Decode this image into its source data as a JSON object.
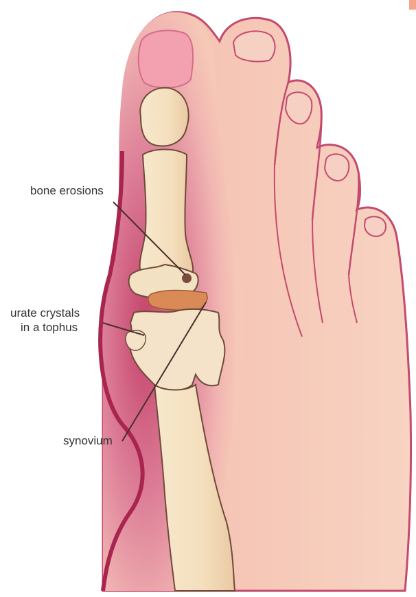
{
  "labels": {
    "bone_erosions": "bone erosions",
    "urate_line1": "urate crystals",
    "urate_line2": "in a tophus",
    "synovium": "synovium"
  },
  "colors": {
    "inflamed_skin": "#c8476e",
    "skin": "#f6c9b6",
    "bone": "#f5e4c6",
    "crystal_deposit": "#d98a56",
    "outline": "#a8254f"
  }
}
